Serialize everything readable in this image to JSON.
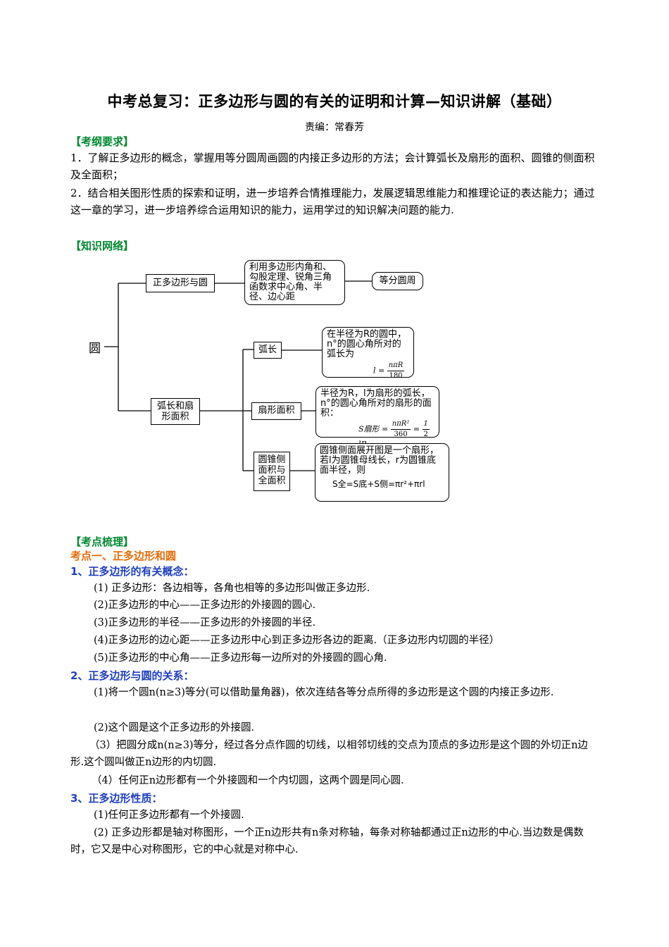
{
  "title": "中考总复习：正多边形与圆的有关的证明和计算—知识讲解（基础）",
  "editor": "责编：常春芳",
  "sections": {
    "outline_heading": "【考纲要求】",
    "outline_items": [
      "1．了解正多边形的概念，掌握用等分圆周画圆的内接正多边形的方法；会计算弧长及扇形的面积、圆锥的侧面积及全面积；",
      "2．结合相关图形性质的探索和证明，进一步培养合情推理能力，发展逻辑思维能力和推理论证的表达能力；通过这一章的学习，进一步培养综合运用知识的能力，运用学过的知识解决问题的能力."
    ],
    "network_heading": "【知识网络】",
    "points_heading": "【考点梳理】"
  },
  "diagram": {
    "root": "圆",
    "branch1": "正多边形与圆",
    "branch1_note": "利用多边形内角和、勾股定理、锐角三角函数求中心角、半径、边心距",
    "branch1_target": "等分圆周",
    "branch2": "弧长和扇形面积",
    "arc_label": "弧长",
    "arc_note": "在半径为R的圆中，n°的圆心角所对的弧长为",
    "arc_formula": {
      "lhs": "l =",
      "num": "nπR",
      "den": "180"
    },
    "sector_label": "扇形面积",
    "sector_note": "半径为R，l为扇形的弧长，n°的圆心角所对的扇形的面积：",
    "sector_formula": {
      "lhs": "S扇形 =",
      "num": "nπR²",
      "den": "360",
      "eq": "=",
      "num2": "1",
      "den2": "2",
      "tail": "lR"
    },
    "cone_label": "圆锥侧面积与全面积",
    "cone_note": "圆锥侧面展开图是一个扇形，若l为圆锥母线长，r为圆锥底面半径，则",
    "cone_formula": "S全=S底+S侧=πr²+πrl"
  },
  "content": {
    "point1_title": "考点一、正多边形和圆",
    "sub1_title": "1、正多边形的有关概念：",
    "sub1_items": [
      "(1) 正多边形：各边相等，各角也相等的多边形叫做正多边形.",
      "(2)正多边形的中心——正多边形的外接圆的圆心.",
      "(3)正多边形的半径——正多边形的外接圆的半径.",
      "(4)正多边形的边心距——正多边形中心到正多边形各边的距离.（正多边形内切圆的半径）",
      "(5)正多边形的中心角——正多边形每一边所对的外接圆的圆心角."
    ],
    "sub2_title": "2、正多边形与圆的关系：",
    "sub2_p1": "(1)将一个圆n(n≥3)等分(可以借助量角器)，依次连结各等分点所得的多边形是这个圆的内接正多边形.",
    "sub2_p2": "(2)这个圆是这个正多边形的外接圆.",
    "sub2_p3": "（3）把圆分成n(n≥3)等分，经过各分点作圆的切线，以相邻切线的交点为顶点的多边形是这个圆的外切正n边形.这个圆叫做正n边形的内切圆.",
    "sub2_p4": "（4）任何正n边形都有一个外接圆和一个内切圆，这两个圆是同心圆.",
    "sub3_title": "3、正多边形性质：",
    "sub3_p1": "(1)任何正多边形都有一个外接圆.",
    "sub3_p2": "(2) 正多边形都是轴对称图形，一个正n边形共有n条对称轴，每条对称轴都通过正n边形的中心.当边数是偶数时，它又是中心对称图形，它的中心就是对称中心."
  }
}
